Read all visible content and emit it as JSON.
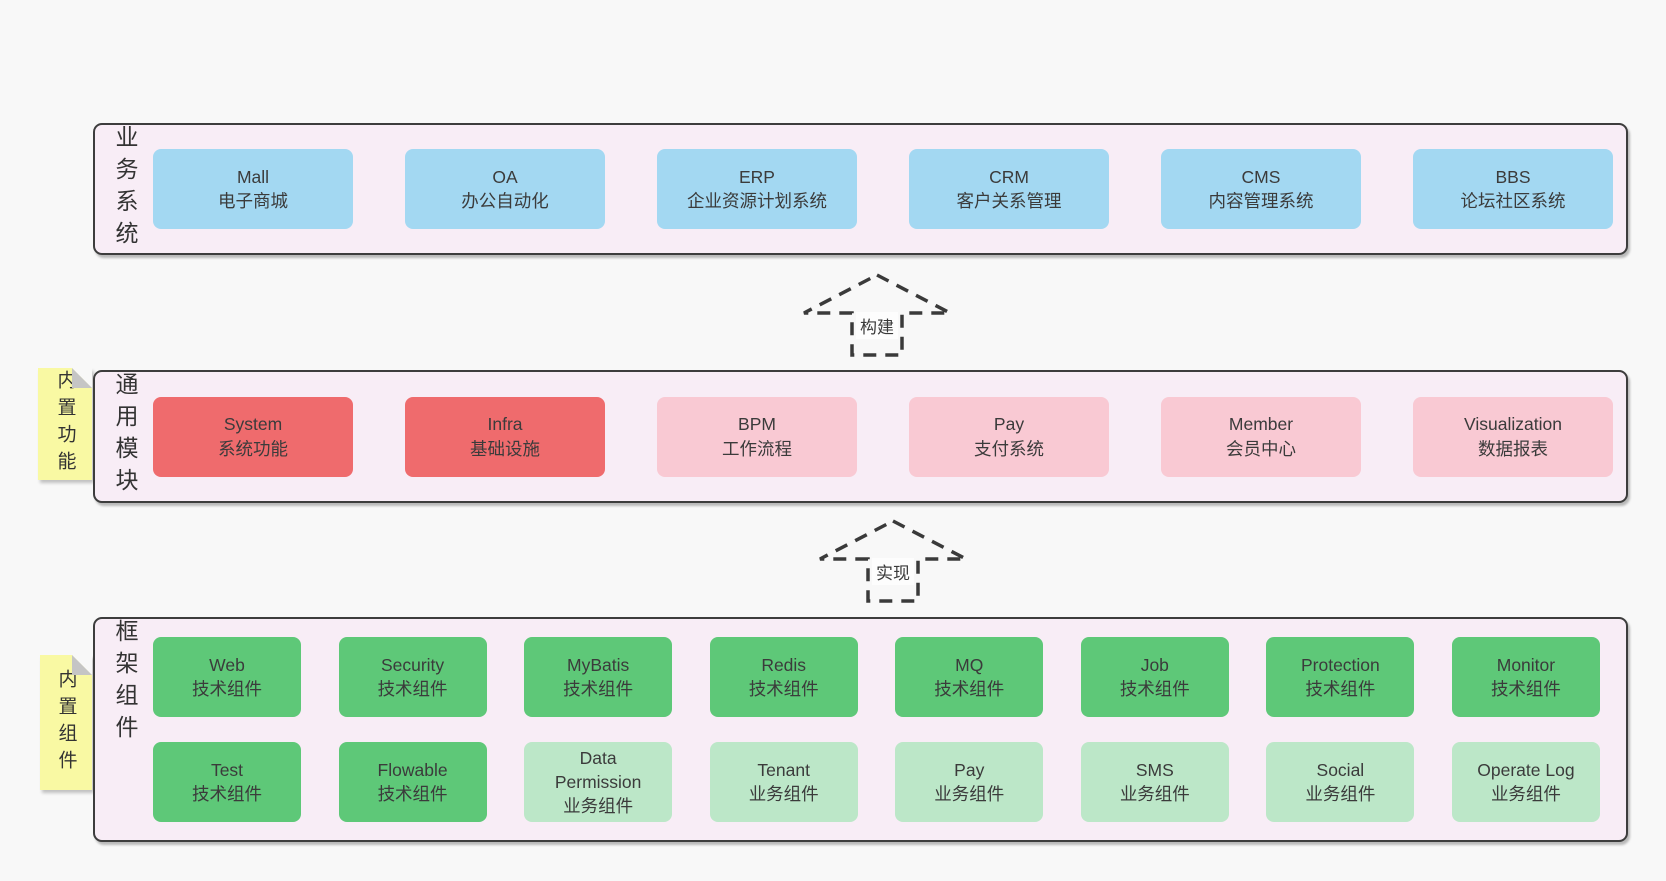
{
  "colors": {
    "panel_bg": "#f8edf6",
    "border": "#3d3d3d",
    "blue": "#a3d8f2",
    "red": "#ef6b6d",
    "pink": "#f9c9d3",
    "green": "#5ec878",
    "lightgreen": "#bce7c8",
    "note_bg": "#f9f9a3",
    "fold": "#c5c5c5",
    "page_bg": "#f8f8f8"
  },
  "arrows": {
    "build": "构建",
    "implement": "实现"
  },
  "sections": {
    "business": {
      "side_label": "业务系统",
      "rows": [
        [
          {
            "title": "Mall",
            "subtitle": "电子商城",
            "variant": "blue"
          },
          {
            "title": "OA",
            "subtitle": "办公自动化",
            "variant": "blue"
          },
          {
            "title": "ERP",
            "subtitle": "企业资源计划系统",
            "variant": "blue"
          },
          {
            "title": "CRM",
            "subtitle": "客户关系管理",
            "variant": "blue"
          },
          {
            "title": "CMS",
            "subtitle": "内容管理系统",
            "variant": "blue"
          },
          {
            "title": "BBS",
            "subtitle": "论坛社区系统",
            "variant": "blue"
          }
        ]
      ]
    },
    "modules": {
      "side_label": "通用模块",
      "note_label": "内置功能",
      "rows": [
        [
          {
            "title": "System",
            "subtitle": "系统功能",
            "variant": "red"
          },
          {
            "title": "Infra",
            "subtitle": "基础设施",
            "variant": "red"
          },
          {
            "title": "BPM",
            "subtitle": "工作流程",
            "variant": "pink"
          },
          {
            "title": "Pay",
            "subtitle": "支付系统",
            "variant": "pink"
          },
          {
            "title": "Member",
            "subtitle": "会员中心",
            "variant": "pink"
          },
          {
            "title": "Visualization",
            "subtitle": "数据报表",
            "variant": "pink"
          }
        ]
      ]
    },
    "framework": {
      "side_label": "框架组件",
      "note_label": "内置组件",
      "rows": [
        [
          {
            "title": "Web",
            "subtitle": "技术组件",
            "variant": "green"
          },
          {
            "title": "Security",
            "subtitle": "技术组件",
            "variant": "green"
          },
          {
            "title": "MyBatis",
            "subtitle": "技术组件",
            "variant": "green"
          },
          {
            "title": "Redis",
            "subtitle": "技术组件",
            "variant": "green"
          },
          {
            "title": "MQ",
            "subtitle": "技术组件",
            "variant": "green"
          },
          {
            "title": "Job",
            "subtitle": "技术组件",
            "variant": "green"
          },
          {
            "title": "Protection",
            "subtitle": "技术组件",
            "variant": "green"
          },
          {
            "title": "Monitor",
            "subtitle": "技术组件",
            "variant": "green"
          }
        ],
        [
          {
            "title": "Test",
            "subtitle": "技术组件",
            "variant": "green"
          },
          {
            "title": "Flowable",
            "subtitle": "技术组件",
            "variant": "green"
          },
          {
            "title": "Data Permission",
            "subtitle": "业务组件",
            "variant": "lightgreen"
          },
          {
            "title": "Tenant",
            "subtitle": "业务组件",
            "variant": "lightgreen"
          },
          {
            "title": "Pay",
            "subtitle": "业务组件",
            "variant": "lightgreen"
          },
          {
            "title": "SMS",
            "subtitle": "业务组件",
            "variant": "lightgreen"
          },
          {
            "title": "Social",
            "subtitle": "业务组件",
            "variant": "lightgreen"
          },
          {
            "title": "Operate Log",
            "subtitle": "业务组件",
            "variant": "lightgreen"
          }
        ]
      ]
    }
  }
}
